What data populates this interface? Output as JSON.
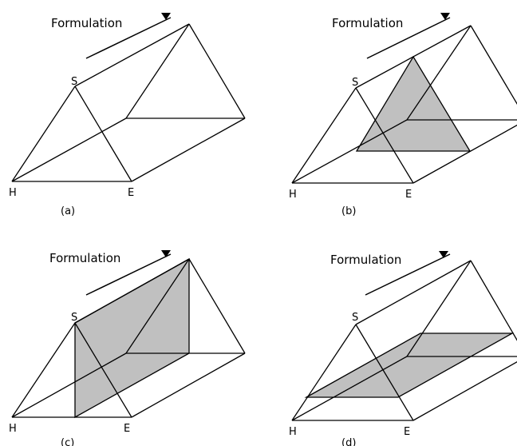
{
  "colors": {
    "line": "#000000",
    "shade": "#c0c0c0",
    "background": "#ffffff"
  },
  "panels": [
    {
      "id": "a",
      "arrow_label": "Formulation",
      "caption": "(a)",
      "vertex_s": "S",
      "vertex_h": "H",
      "vertex_e": "E",
      "shaded_plane": "none"
    },
    {
      "id": "b",
      "arrow_label": "Formulation",
      "caption": "(b)",
      "vertex_s": "S",
      "vertex_h": "H",
      "vertex_e": "E",
      "shaded_plane": "cross-section"
    },
    {
      "id": "c",
      "arrow_label": "Formulation",
      "caption": "(c)",
      "vertex_s": "S",
      "vertex_h": "H",
      "vertex_e": "E",
      "shaded_plane": "vertical-long"
    },
    {
      "id": "d",
      "arrow_label": "Formulation",
      "caption": "(d)",
      "vertex_s": "S",
      "vertex_h": "H",
      "vertex_e": "E",
      "shaded_plane": "horizontal-long"
    }
  ]
}
